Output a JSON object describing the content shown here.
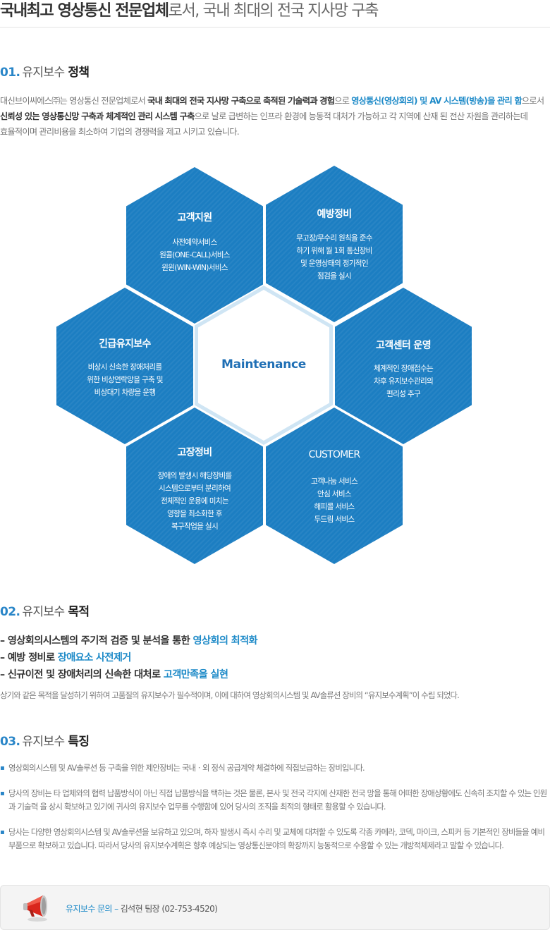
{
  "title": {
    "bold": "국내최고 영상통신 전문업체",
    "rest": "로서, 국내 최대의 전국 지사망 구축"
  },
  "section1": {
    "num": "01",
    "dot": ".",
    "label": "유지보수",
    "bold": "정책",
    "intro": [
      {
        "t": "대신브이씨에스㈜는 영상통신 전문업체로서 ",
        "c": ""
      },
      {
        "t": "국내 최대의 전국 지사망 구축으로 축적된 기술력과 경험",
        "c": "k"
      },
      {
        "t": "으로 ",
        "c": ""
      },
      {
        "t": "영상통신(영상회의) 및 AV 시스템(방송)을 관리 함",
        "c": "hl"
      },
      {
        "t": "으로서 ",
        "c": ""
      },
      {
        "t": "신뢰성 있는 영상통신망 구축과 체계적인 관리 시스템 구축",
        "c": "k"
      },
      {
        "t": "으로 날로 급변하는 인프라 환경에 능동적 대처가 가능하고 각 지역에 산재 된 전산 자원을 관리하는데 효율적이며 관리비용을 최소하여 기업의 경쟁력을 제고 시키고 있습니다.",
        "c": ""
      }
    ]
  },
  "diagram": {
    "center": "Maintenance",
    "hexes": [
      {
        "title": "고객지원",
        "lines": [
          "사전예약서비스",
          "원콜(ONE-CALL)서비스",
          "윈윈(WIN-WIN)서비스"
        ]
      },
      {
        "title": "예방정비",
        "lines": [
          "무고장/무수리 원칙을 준수",
          "하기 위해 월 1회 통신장비",
          "및 운영상태의 정기적인",
          "점검을 실시"
        ]
      },
      {
        "title": "긴급유지보수",
        "lines": [
          "비상시 신속한 장애처리를",
          "위한 비상연락망을 구축 및",
          "비상대기 차량을 운행"
        ]
      },
      {
        "title": "고객센터 운영",
        "lines": [
          "체계적인 장애접수는",
          "차후 유지보수관리의",
          "편리성 추구"
        ]
      },
      {
        "title": "고장정비",
        "lines": [
          "장애의 발생시 해당장비를",
          "시스템으로부터 분리하여",
          "전체적인 운용에 미치는",
          "영향을 최소화한 후",
          "복구작업을 실시"
        ]
      },
      {
        "title": "CUSTOMER",
        "lines": [
          "고객나눔 서비스",
          "안심 서비스",
          "해피콜 서비스",
          "두드림 서비스"
        ]
      }
    ]
  },
  "section2": {
    "num": "02",
    "dot": ".",
    "label": "유지보수",
    "bold": "목적",
    "goals": [
      {
        "pre": "– 영상회의시스템의 주기적 검증 및 분석을 통한 ",
        "hl": "영상회의 최적화"
      },
      {
        "pre": "– 예방 정비로 ",
        "hl": "장애요소 사전제거"
      },
      {
        "pre": "– 신규이전 및 장애처리의 신속한 대처로 ",
        "hl": "고객만족을 실현"
      }
    ],
    "note": "상기와 같은 목적을 달성하기 위하여 고품질의 유지보수가 필수적이며, 이에 대하여 영상회의시스템 및 AV솔류션 장비의 “유지보수계획”이 수립 되었다."
  },
  "section3": {
    "num": "03",
    "dot": ".",
    "label": "유지보수",
    "bold": "특징",
    "bullet": "▪",
    "items": [
      "영상회의시스템 및 AV솔루션 등 구축을 위한 제안장비는 국내ㆍ외 정식 공급계약 체결하에 직접보급하는 장비입니다.",
      "당사의 장비는 타 업체와의 협력 납품방식이 아닌 직접 납품방식을 택하는 것은 물론, 본사 및 전국 각지에 산재한 전국 망을 통해 어떠한 장애상황에도 신속히 조치할 수 있는 인원과 기술력 을 상시 확보하고 있기에 귀사의 유지보수 업무를 수행함에 있어 당사의 조직을 최적의 형태로 활용할 수 있습니다.",
      "당사는 다양한 영상회의시스템 및 AV솔루션을 보유하고 있으며, 하자 발생시 즉시 수리 및 교체에 대처할 수 있도록 각종 카메라, 코덱, 마이크, 스피커 등 기본적인 장비들을 예비부품으로 확보하고 있습니다. 따라서 당사의 유지보수계획은 향후 예상되는 영상통신분야의 확장까지 능동적으로 수용할 수 있는 개방적체제라고 말할 수 있습니다."
    ]
  },
  "contact": {
    "label": "유지보수 문의 –",
    "value": "김석현 팀장 (02-753-4520)"
  },
  "colors": {
    "accent": "#1d8ac8",
    "hex": "#1c7ec2",
    "center_text": "#1f6fb5"
  }
}
